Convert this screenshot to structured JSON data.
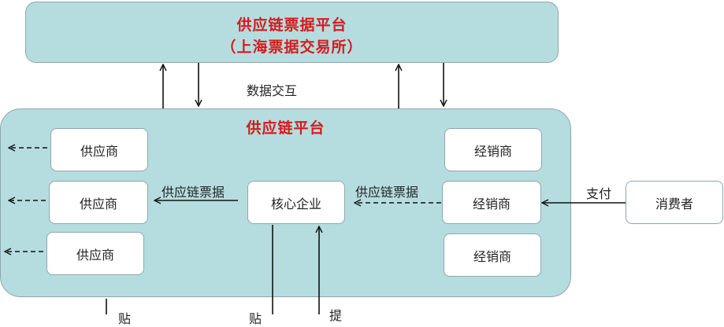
{
  "top_platform": {
    "title": "供应链票据平台",
    "subtitle": "（上海票据交易所）"
  },
  "middle_platform": {
    "title": "供应链平台"
  },
  "labels": {
    "data_exchange": "数据交互",
    "supply_chain_bill_left": "供应链票据",
    "supply_chain_bill_right": "供应链票据",
    "payment": "支付",
    "bottom_label_1": "贴",
    "bottom_label_2": "贴",
    "bottom_label_3": "提"
  },
  "nodes": {
    "suppliers": [
      "供应商",
      "供应商",
      "供应商"
    ],
    "core_enterprise": "核心企业",
    "distributors": [
      "经销商",
      "经销商",
      "经销商"
    ],
    "consumer": "消费者"
  },
  "colors": {
    "platform_fill": "#b5dde0",
    "title_red": "#d71a1a",
    "border": "#8fa7ab"
  }
}
